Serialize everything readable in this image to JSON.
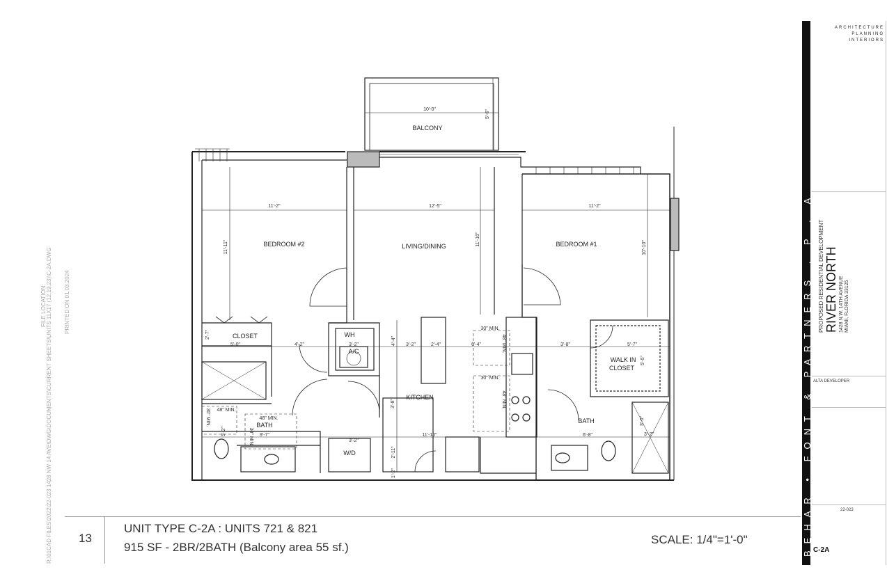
{
  "file_location": {
    "label": "FILE LOCATION:",
    "path": "R:\\01CAD FILES\\2022\\22-023 1428 NW 14 AVE\\DWG\\DOCUMENTS\\CURRENT SHEETS\\UNITS 11X17 (12.19.23)\\C-2A.DWG",
    "printed": "PRINTED ON 01.03.2024"
  },
  "rooms": {
    "balcony": "BALCONY",
    "bedroom2": "BEDROOM #2",
    "living": "LIVING/DINING",
    "bedroom1": "BEDROOM #1",
    "closet": "CLOSET",
    "wh": "WH",
    "ac": "A/C",
    "walkin1": "WALK IN",
    "walkin2": "CLOSET",
    "kitchen": "KITCHEN",
    "bath_left": "BATH",
    "bath_right": "BATH",
    "wd": "W/D"
  },
  "dimensions": {
    "balcony_w": "10'-0\"",
    "balcony_d": "5'-6\"",
    "bed2_w": "11'-2\"",
    "living_w": "12'-5\"",
    "bed1_w": "11'-2\"",
    "bed2_d": "11'-11\"",
    "living_d": "11'-10\"",
    "bed1_d": "10'-10\"",
    "closet_d": "2'-7\"",
    "closet_w": "5'-0\"",
    "hall_w": "4'-2\"",
    "wh_w": "3'-2\"",
    "kit_v": "4'-4\"",
    "kit_a": "3'-2\"",
    "island": "2'-4\"",
    "kit_b": "6'-4\"",
    "clear30": "30\" MIN.",
    "clear48a": "48\" MIN.",
    "clear48b": "48\" MIN.",
    "clear30b": "30\" MIN.",
    "r_38": "3'-8\"",
    "r_57": "5'-7\"",
    "walkin_d": "5'-5\"",
    "shower_l": "3'-0\"",
    "bath48": "48\" MIN.",
    "bath30": "30\" MIN.",
    "bath48b": "48\" MIN.",
    "bath30b": "30\" MIN.",
    "bath_l_d": "5'-2\"",
    "bath_l_w": "9'-7\"",
    "kit_38": "3'-8\"",
    "wd_w": "3'-2\"",
    "kit_1110": "11'-10\"",
    "kit_211": "2'-11\"",
    "kit_12": "1'-2\"",
    "bath_r_w": "6'-8\"",
    "shower_r_d": "3'-0\"",
    "shower_r_w": "3'-2\""
  },
  "footer": {
    "sheet_number": "13",
    "unit_type": "UNIT TYPE  C-2A  : UNITS 721 & 821",
    "unit_area": "915 SF  - 2BR/2BATH (Balcony area 55 sf.)",
    "scale": "SCALE: 1/4\"=1'-0\""
  },
  "title_block": {
    "firm": "BEHAR • FONT & PARTNERS . P . A",
    "services": [
      "ARCHITECTURE",
      "PLANNING",
      "INTERIORS"
    ],
    "project_sub": "PROPOSED RESIDENTIAL DEVELOPMENT",
    "project_name": "RIVER NORTH",
    "project_addr1": "1428 N.W. 14TH AVENUE",
    "project_addr2": "MIAMI, FLORIDA 33125",
    "client": "ALTA DEVELOPER",
    "project_no": "22-023",
    "sheet_id": "C-2A"
  }
}
